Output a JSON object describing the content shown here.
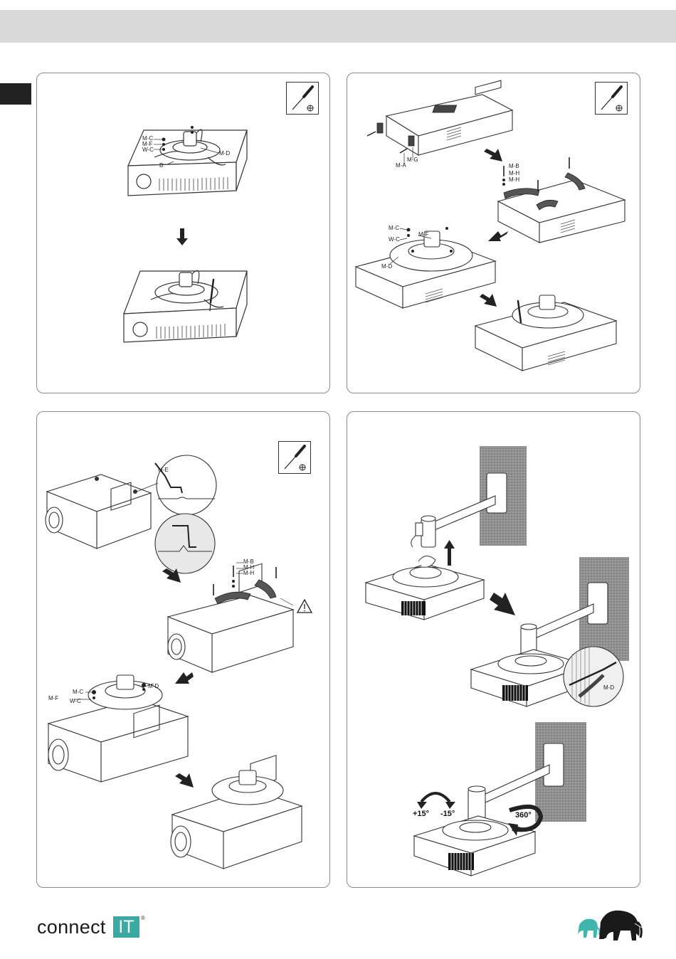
{
  "labels": {
    "p1": {
      "mc": "M-C",
      "mf": "M-F",
      "wc": "W-C",
      "md": "M-D",
      "b": "B"
    },
    "p2": {
      "ma": "M-A",
      "mg": "M-G",
      "mb": "M-B",
      "mh1": "M-H",
      "mh2": "M-H",
      "mc": "M-C",
      "wc": "W-C",
      "mf": "M-F",
      "md": "M-D"
    },
    "p3": {
      "me": "M-E",
      "mb": "M-B",
      "mh1": "M-H",
      "mh2": "M-H",
      "mc": "M-C",
      "md": "M-D",
      "mf": "M-F",
      "wc": "W-C"
    },
    "p4": {
      "md": "M-D",
      "plus15": "+15°",
      "minus15": "-15°",
      "deg360": "360°"
    }
  },
  "footer": {
    "brand": "connect",
    "brand_mark": "IT",
    "registered": "®"
  },
  "icons": {
    "tool": "screwdriver-icon",
    "arrow": "arrow-icon",
    "warning": "warning-triangle-icon",
    "logo": "elephant-logo-icon"
  },
  "colors": {
    "accent": "#3aa9a2",
    "header_bar": "#d9d9d9",
    "wall": "#9a9a9a"
  }
}
